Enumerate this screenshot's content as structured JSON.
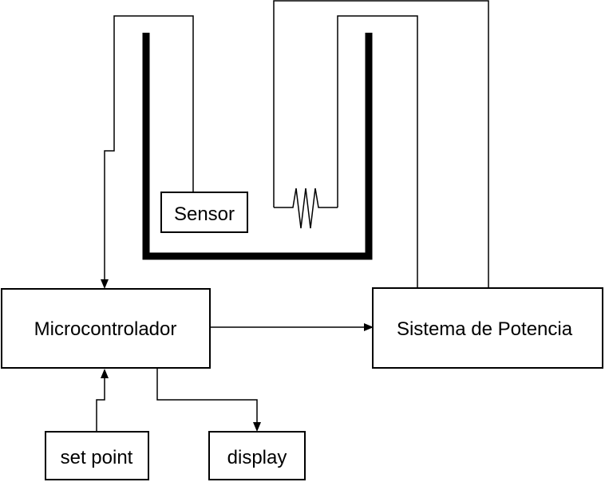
{
  "diagram": {
    "blocks": {
      "sensor": "Sensor",
      "microcontroller": "Microcontrolador",
      "power_system": "Sistema de Potencia",
      "set_point": "set point",
      "display": "display"
    },
    "connections": [
      {
        "from": "sensor",
        "to": "microcontroller"
      },
      {
        "from": "set_point",
        "to": "microcontroller"
      },
      {
        "from": "microcontroller",
        "to": "power_system"
      },
      {
        "from": "microcontroller",
        "to": "display"
      },
      {
        "from": "power_system",
        "to": "heater-resistor"
      }
    ],
    "colors": {
      "stroke": "#000000",
      "background": "#ffffff"
    }
  }
}
